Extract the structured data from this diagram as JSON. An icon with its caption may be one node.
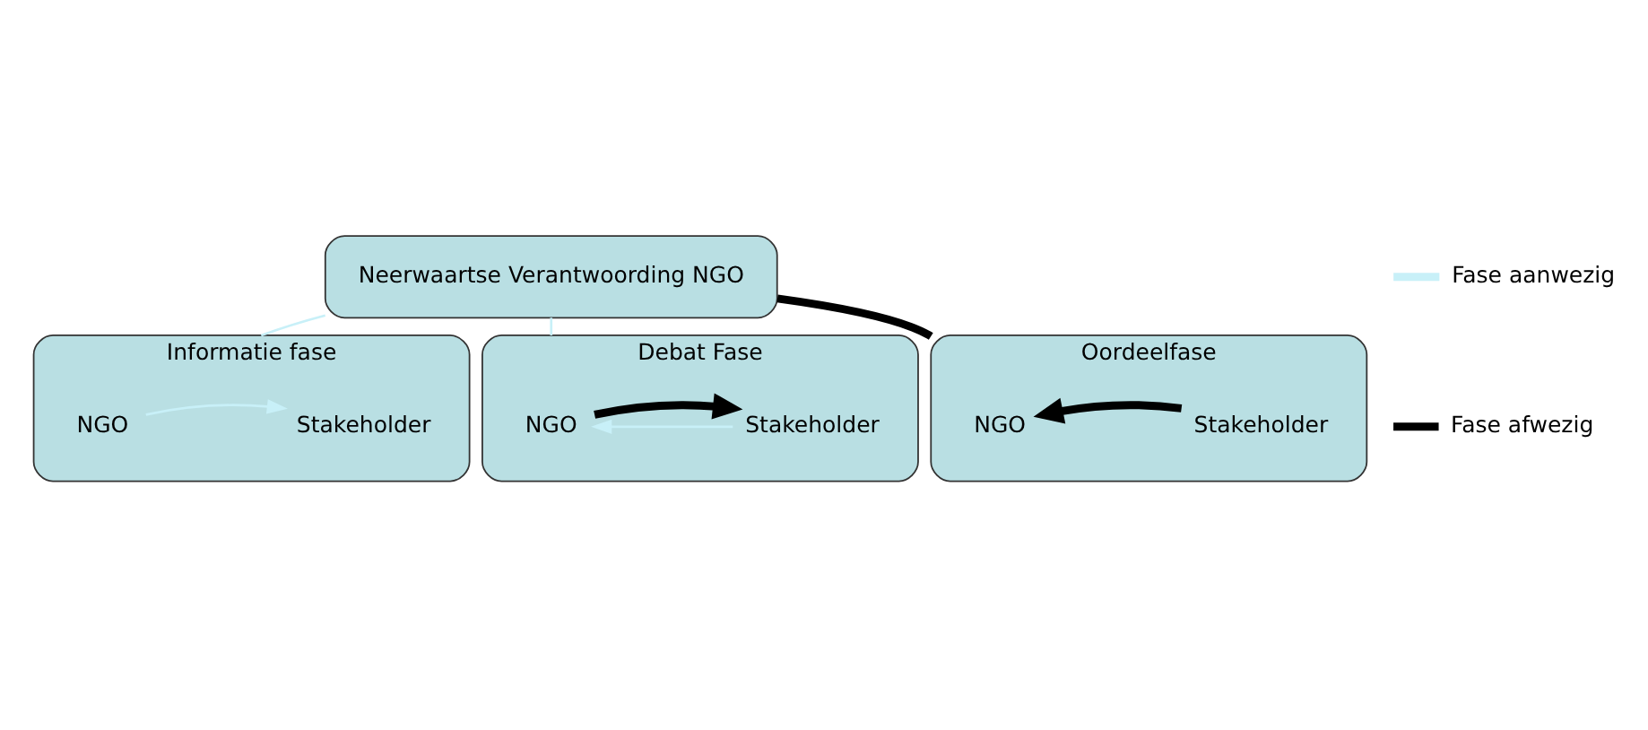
{
  "diagram": {
    "nodes": [
      {
        "text": [
          "Neerwaartse Verantwoording NGO"
        ]
      },
      {
        "text": [
          "Informatie fase"
        ]
      },
      {
        "text": [
          "NGO"
        ],
        "in": 1
      },
      {
        "text": [
          "Stakeholder"
        ],
        "in": 1
      },
      {
        "text": [
          "Debat Fase"
        ]
      },
      {
        "text": [
          "NGO"
        ],
        "in": 4
      },
      {
        "text": [
          "Stakeholder"
        ],
        "in": 4
      },
      {
        "text": [
          "Oordeelfase"
        ]
      },
      {
        "text": [
          "NGO"
        ],
        "in": 7
      },
      {
        "text": [
          "Stakeholder"
        ],
        "in": 7
      }
    ],
    "edges": [
      {
        "from": 0,
        "to": 1,
        "arrow": "none"
      },
      {
        "from": 0,
        "to": 4,
        "arrow": "none"
      },
      {
        "from": 0,
        "to": 7,
        "arrow": "none",
        "style": "thick",
        "color": "#000000"
      },
      {
        "from": 2,
        "to": 3,
        "arrow": "to"
      },
      {
        "from": 6,
        "to": 5,
        "arrow": "to"
      },
      {
        "from": 5,
        "to": 6,
        "arrow": "to",
        "style": "thick",
        "color": "#000000"
      },
      {
        "from": 9,
        "to": 8,
        "arrow": "to",
        "style": "thick",
        "color": "#000000"
      }
    ],
    "legend": [
      {
        "text": "Fase aanwezig"
      },
      {
        "text": "Fase afwezig"
      }
    ]
  }
}
